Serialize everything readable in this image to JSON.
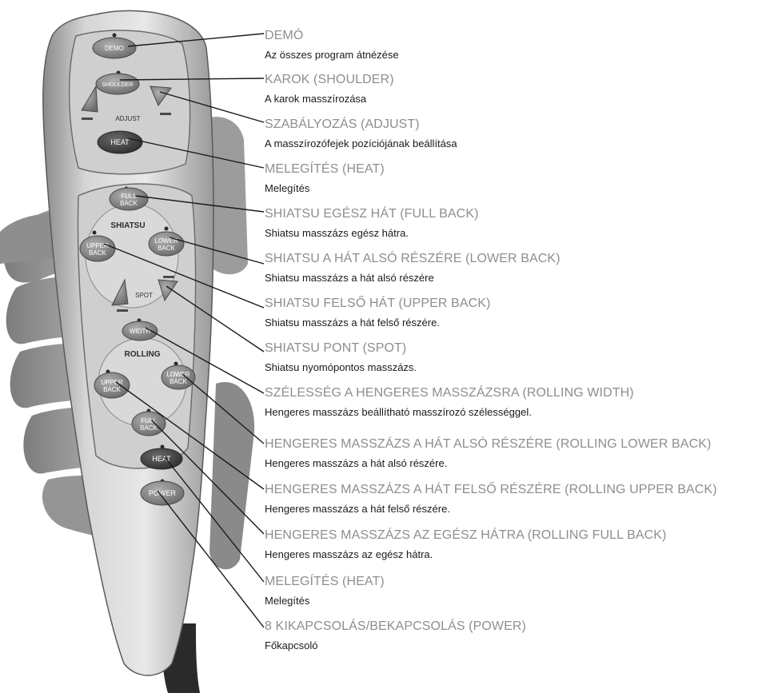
{
  "remote": {
    "buttons": {
      "demo": "DEMO",
      "shoulder": "SHOULDER",
      "adjust": "ADJUST",
      "heat_top": "HEAT",
      "full_back": [
        "FULL",
        "BACK"
      ],
      "upper_back": [
        "UPPER",
        "BACK"
      ],
      "lower_back": [
        "LOWER",
        "BACK"
      ],
      "spot": "SPOT",
      "width": "WIDTH",
      "rolling_upper": [
        "UPPER",
        "BACK"
      ],
      "rolling_lower": [
        "LOWER",
        "BACK"
      ],
      "rolling_full": [
        "FULL",
        "BACK"
      ],
      "heat_bottom": "HEAT",
      "power": "POWER"
    },
    "group_labels": {
      "shiatsu": "SHIATSU",
      "rolling": "ROLLING"
    }
  },
  "annotations": [
    {
      "title": "DEMÓ",
      "desc": "Az összes program átnézése"
    },
    {
      "title": "KAROK (SHOULDER)",
      "desc": "A karok masszírozása"
    },
    {
      "title": "SZABÁLYOZÁS (ADJUST)",
      "desc": "A masszírozófejek pozíciójának beállítása"
    },
    {
      "title": "MELEGÍTÉS (HEAT)",
      "desc": "Melegítés"
    },
    {
      "title": "SHIATSU EGÉSZ HÁT (FULL BACK)",
      "desc": "Shiatsu masszázs egész hátra."
    },
    {
      "title": "SHIATSU A HÁT ALSÓ RÉSZÉRE (LOWER BACK)",
      "desc": "Shiatsu masszázs a hát alsó részére"
    },
    {
      "title": "SHIATSU FELSŐ HÁT (UPPER BACK)",
      "desc": "Shiatsu masszázs a hát felső részére."
    },
    {
      "title": "SHIATSU PONT (SPOT)",
      "desc": "Shiatsu nyomópontos masszázs."
    },
    {
      "title": "SZÉLESSÉG A HENGERES MASSZÁZSRA (ROLLING WIDTH)",
      "desc": "Hengeres masszázs beállítható masszírozó szélességgel."
    },
    {
      "title": "HENGERES MASSZÁZS A HÁT ALSÓ RÉSZÉRE (ROLLING LOWER BACK)",
      "desc": "Hengeres masszázs a hát alsó részére."
    },
    {
      "title": "HENGERES MASSZÁZS  A  HÁT FELSŐ RÉSZÉRE (ROLLING UPPER BACK)",
      "desc": "Hengeres masszázs a hát felső részére."
    },
    {
      "title": "HENGERES  MASSZÁZS  AZ  EGÉSZ  HÁTRA  (ROLLING FULL BACK)",
      "desc": "Hengeres masszázs az egész hátra."
    },
    {
      "title": "MELEGÍTÉS (HEAT)",
      "desc": "Melegítés"
    },
    {
      "title": "8 KIKAPCSOLÁS/BEKAPCSOLÁS (POWER)",
      "desc": "Főkapcsoló"
    }
  ]
}
